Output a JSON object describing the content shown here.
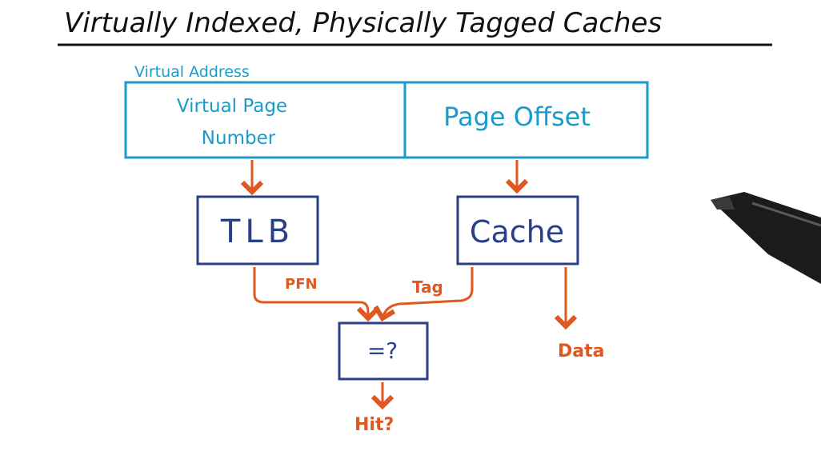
{
  "title": "Virtually Indexed, Physically Tagged Caches",
  "virtual_address": {
    "label": "Virtual Address",
    "vpn_line1": "Virtual Page",
    "vpn_line2": "Number",
    "offset": "Page Offset"
  },
  "tlb": "TLB",
  "cache": "Cache",
  "compare": "=?",
  "arrows": {
    "pfn": "PFN",
    "tag": "Tag",
    "data": "Data",
    "hit": "Hit?"
  },
  "colors": {
    "blue": "#1a9bc9",
    "navy": "#2b3f87",
    "orange": "#e0571f",
    "ink": "#111111"
  }
}
